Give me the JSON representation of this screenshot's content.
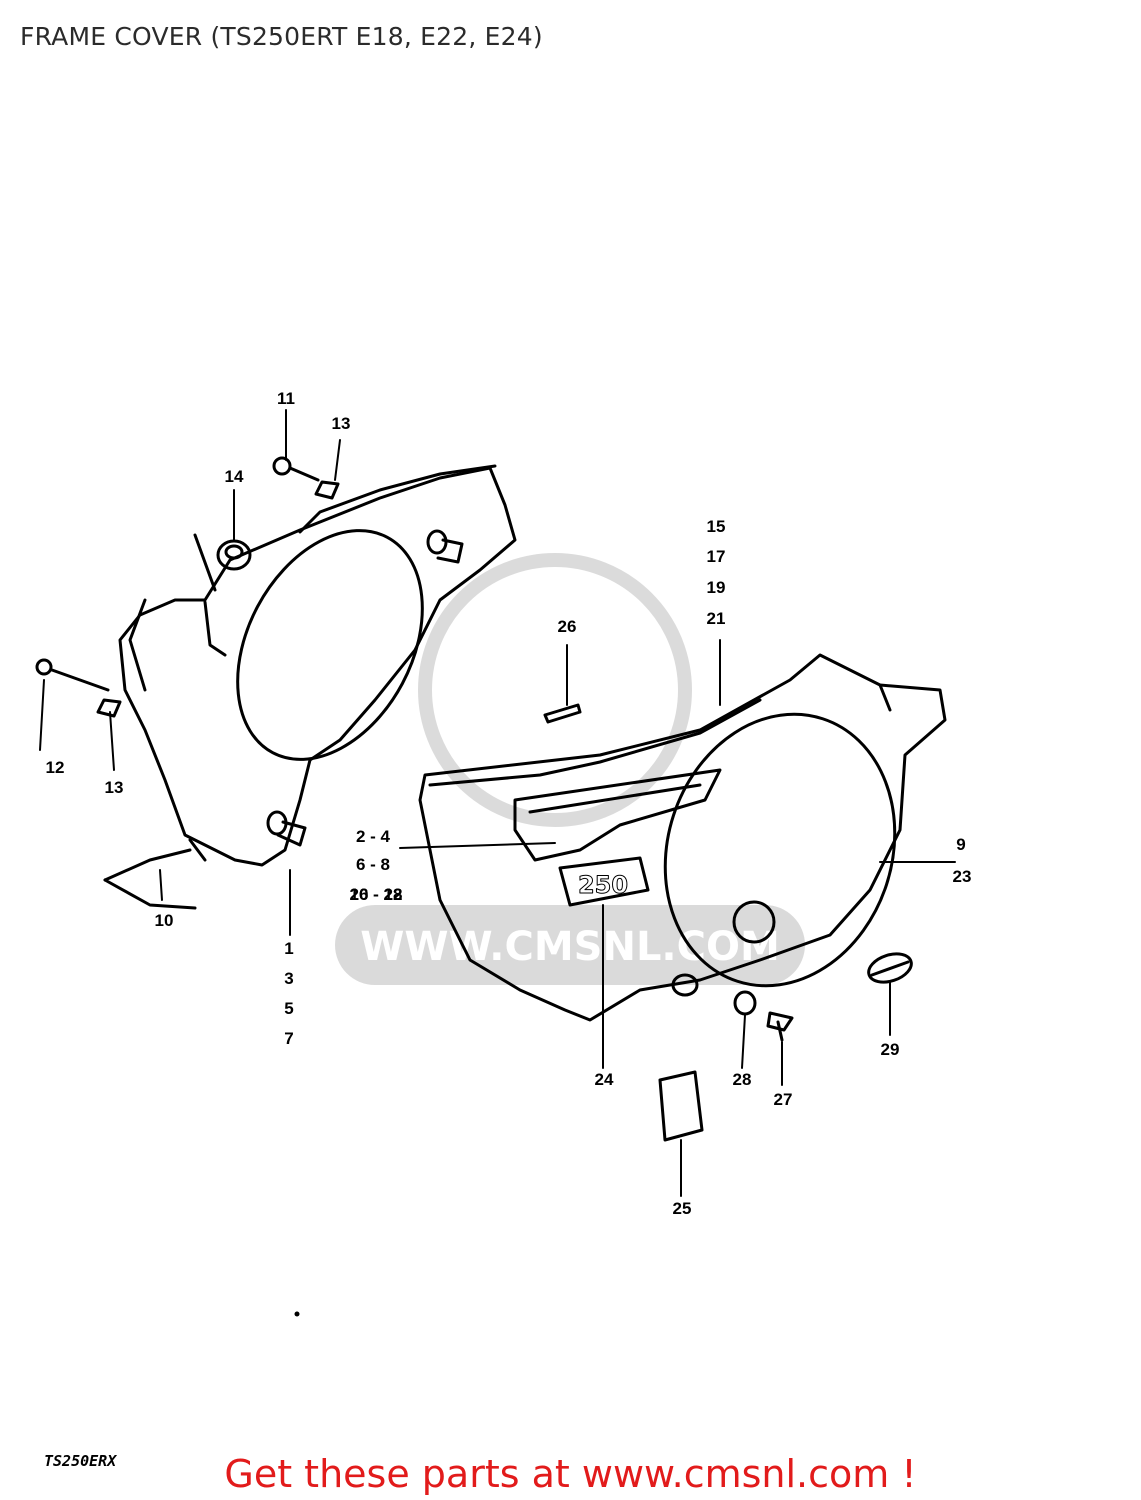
{
  "header": {
    "title": "FRAME COVER (TS250ERT E18, E22, E24)"
  },
  "watermark": {
    "text": "WWW.CMSNL.COM",
    "color": "#bdbdbd"
  },
  "callouts": {
    "c1": "11",
    "c2": "13",
    "c3": "14",
    "c4": "12",
    "c5": "13",
    "c6": "10",
    "c7": "1",
    "c8": "3",
    "c9": "5",
    "c10": "7",
    "c11": "15",
    "c12": "17",
    "c13": "19",
    "c14": "21",
    "c15": "26",
    "c16": "2 - 4",
    "c17": "6 - 8",
    "c18": "16 - 18",
    "c19": "20 - 22",
    "c20": "9",
    "c21": "23",
    "c22": "24",
    "c23": "28",
    "c24": "27",
    "c25": "29",
    "c26": "25"
  },
  "emblem_text": "250",
  "footer": {
    "model_code": "TS250ERX",
    "cta": "Get these parts at www.cmsnl.com !",
    "cta_color": "#e21b1b"
  }
}
